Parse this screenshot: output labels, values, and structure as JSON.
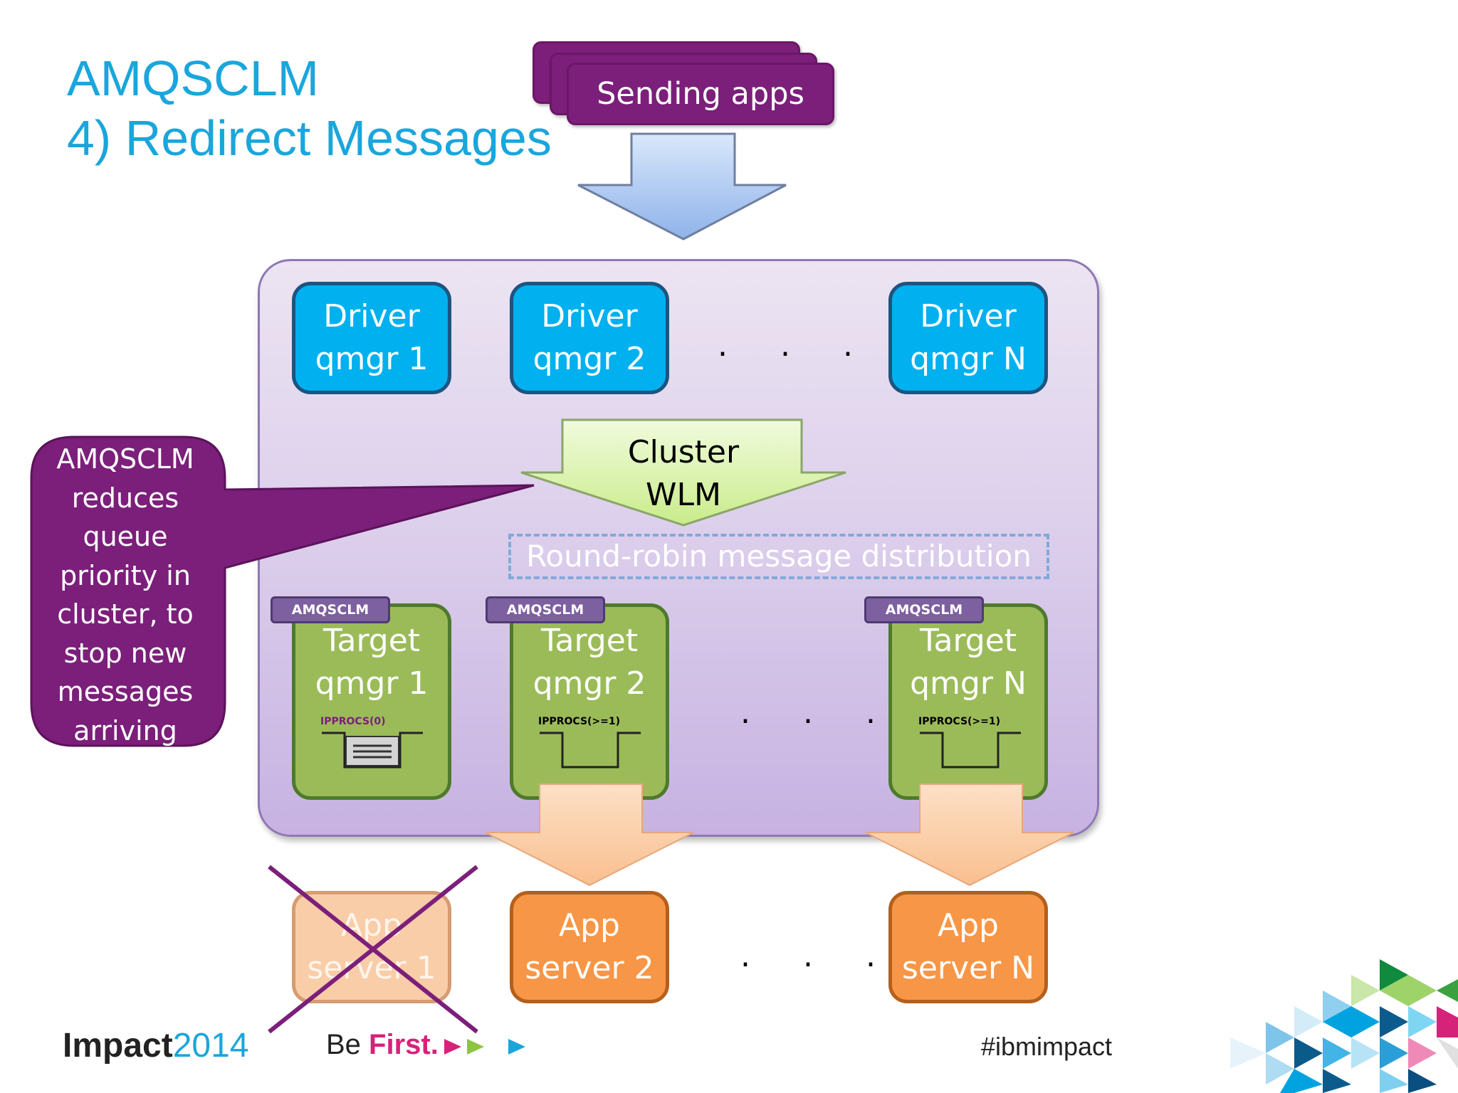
{
  "title": {
    "line1": "AMQSCLM",
    "line2": "4) Redirect Messages"
  },
  "sending_apps": {
    "label": "Sending apps"
  },
  "drivers": [
    {
      "line1": "Driver",
      "line2": "qmgr 1"
    },
    {
      "line1": "Driver",
      "line2": "qmgr 2"
    },
    {
      "line1": "Driver",
      "line2": "qmgr N"
    }
  ],
  "ellipsis": ". . .",
  "wlm": {
    "line1": "Cluster",
    "line2": "WLM"
  },
  "round_robin": "Round-robin message distribution",
  "targets": [
    {
      "tag": "AMQSCLM",
      "line1": "Target",
      "line2": "qmgr 1",
      "ipprocs": "IPPROCS(0)"
    },
    {
      "tag": "AMQSCLM",
      "line1": "Target",
      "line2": "qmgr 2",
      "ipprocs": "IPPROCS(>=1)"
    },
    {
      "tag": "AMQSCLM",
      "line1": "Target",
      "line2": "qmgr N",
      "ipprocs": "IPPROCS(>=1)"
    }
  ],
  "apps": [
    {
      "line1": "App",
      "line2": "server 1",
      "disabled": true
    },
    {
      "line1": "App",
      "line2": "server 2",
      "disabled": false
    },
    {
      "line1": "App",
      "line2": "server N",
      "disabled": false
    }
  ],
  "callout": {
    "lines": [
      "AMQSCLM",
      "reduces",
      "queue",
      "priority in",
      "cluster, to",
      "stop new",
      "messages",
      "arriving"
    ]
  },
  "footer": {
    "impact_word": "Impact",
    "impact_year": "2014",
    "be": "Be ",
    "first": "First.",
    "hashtag": "#ibmimpact"
  },
  "colors": {
    "title": "#1aa6dc",
    "sending_apps": "#7b1f7a",
    "driver": "#00b0ef",
    "target": "#9bbb59",
    "app": "#f79646",
    "callout": "#7b1f7a",
    "container": "#ddd0ec",
    "wlm_arrow": "#ddf5b0",
    "top_arrow": "#a9c7f0"
  }
}
